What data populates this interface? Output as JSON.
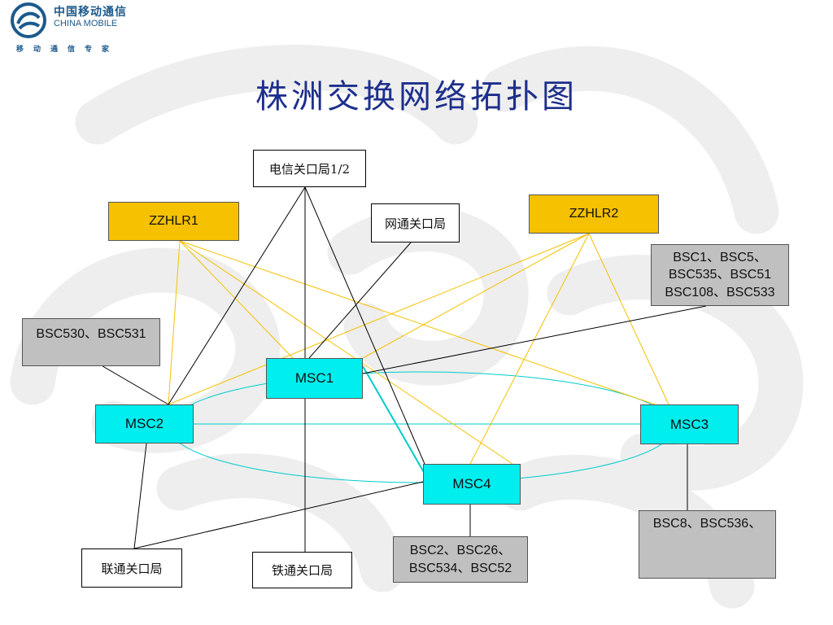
{
  "header": {
    "logo_cn": "中国移动通信",
    "logo_en": "CHINA MOBILE",
    "logo_slogan": "移动通信专家"
  },
  "title": "株洲交换网络拓扑图",
  "colors": {
    "msc_fill": "#00eeee",
    "hlr_fill": "#f5c100",
    "bsc_fill": "#c0c0c0",
    "title_color": "#1d2f8c",
    "link_black": "#000000",
    "link_yellow": "#f5c100",
    "link_cyan": "#00cccc"
  },
  "nodes": {
    "telecom_gw": "电信关口局1/2",
    "cnc_gw": "网通关口局",
    "unicom_gw": "联通关口局",
    "railcom_gw": "铁通关口局",
    "zzhlr1": "ZZHLR1",
    "zzhlr2": "ZZHLR2",
    "msc1": "MSC1",
    "msc2": "MSC2",
    "msc3": "MSC3",
    "msc4": "MSC4",
    "bsc_group_msc2": "BSC530、BSC531",
    "bsc_group_msc1": "BSC1、BSC5、\nBSC535、BSC51\nBSC108、BSC533",
    "bsc_group_msc3": "BSC8、BSC536、",
    "bsc_group_msc4": "BSC2、BSC26、\nBSC534、BSC52"
  }
}
